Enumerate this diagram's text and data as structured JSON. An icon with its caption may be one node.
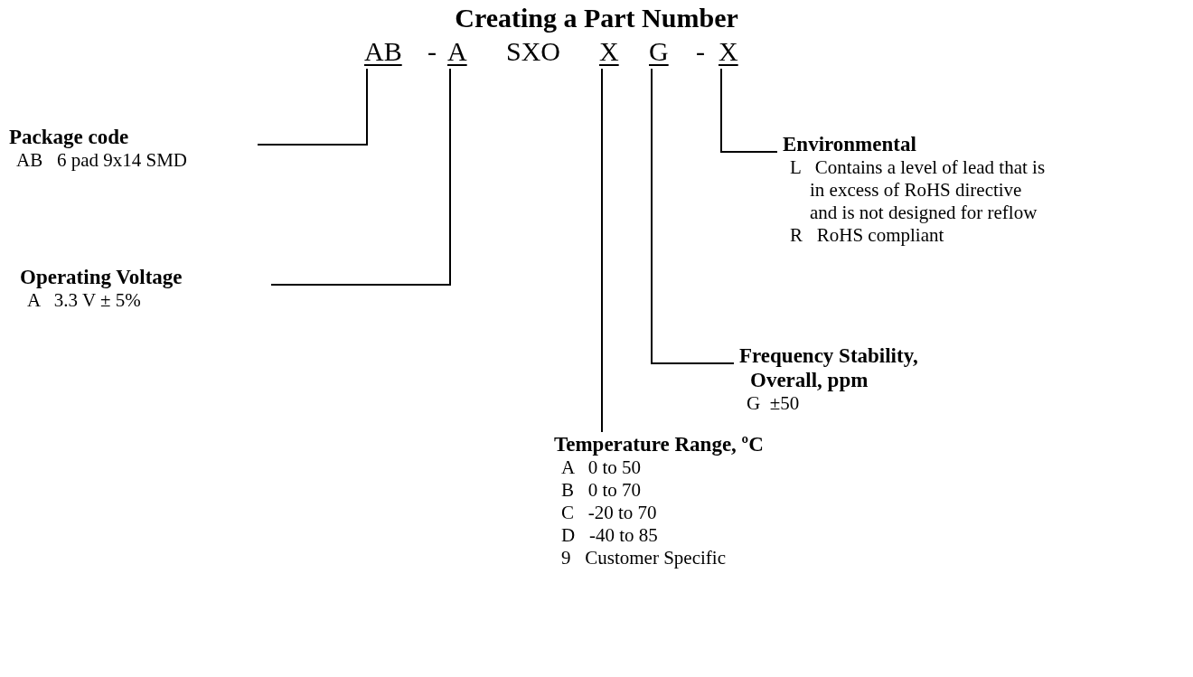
{
  "diagram": {
    "title": "Creating a Part Number",
    "nodes": [
      {
        "text": [
          "AB"
        ]
      },
      {
        "text": [
          "A"
        ]
      },
      {
        "text": [
          "X"
        ]
      },
      {
        "text": [
          "G"
        ]
      },
      {
        "text": [
          "X"
        ]
      },
      {
        "text": [
          "Package code",
          "AB   6 pad 9x14 SMD"
        ]
      },
      {
        "text": [
          "Operating Voltage",
          "A   3.3 V ± 5%"
        ]
      },
      {
        "text": [
          "Environmental",
          "L   Contains a level of lead that is in excess of RoHS directive and is not designed for reflow",
          "R   RoHS compliant"
        ]
      },
      {
        "text": [
          "Frequency Stability, Overall, ppm",
          "G  ±50"
        ]
      },
      {
        "text": [
          "Temperature Range, ºC",
          "A   0 to 50",
          "B   0 to 70",
          "C   -20 to 70",
          "D   -40 to 85",
          "9   Customer Specific"
        ]
      }
    ],
    "edges": [
      {
        "from": 5,
        "to": 0,
        "arrow": "none"
      },
      {
        "from": 6,
        "to": 1,
        "arrow": "none"
      },
      {
        "from": 9,
        "to": 2,
        "arrow": "none"
      },
      {
        "from": 8,
        "to": 3,
        "arrow": "none"
      },
      {
        "from": 7,
        "to": 4,
        "arrow": "none"
      }
    ],
    "labels": [
      "-",
      "SXO",
      "-"
    ]
  }
}
